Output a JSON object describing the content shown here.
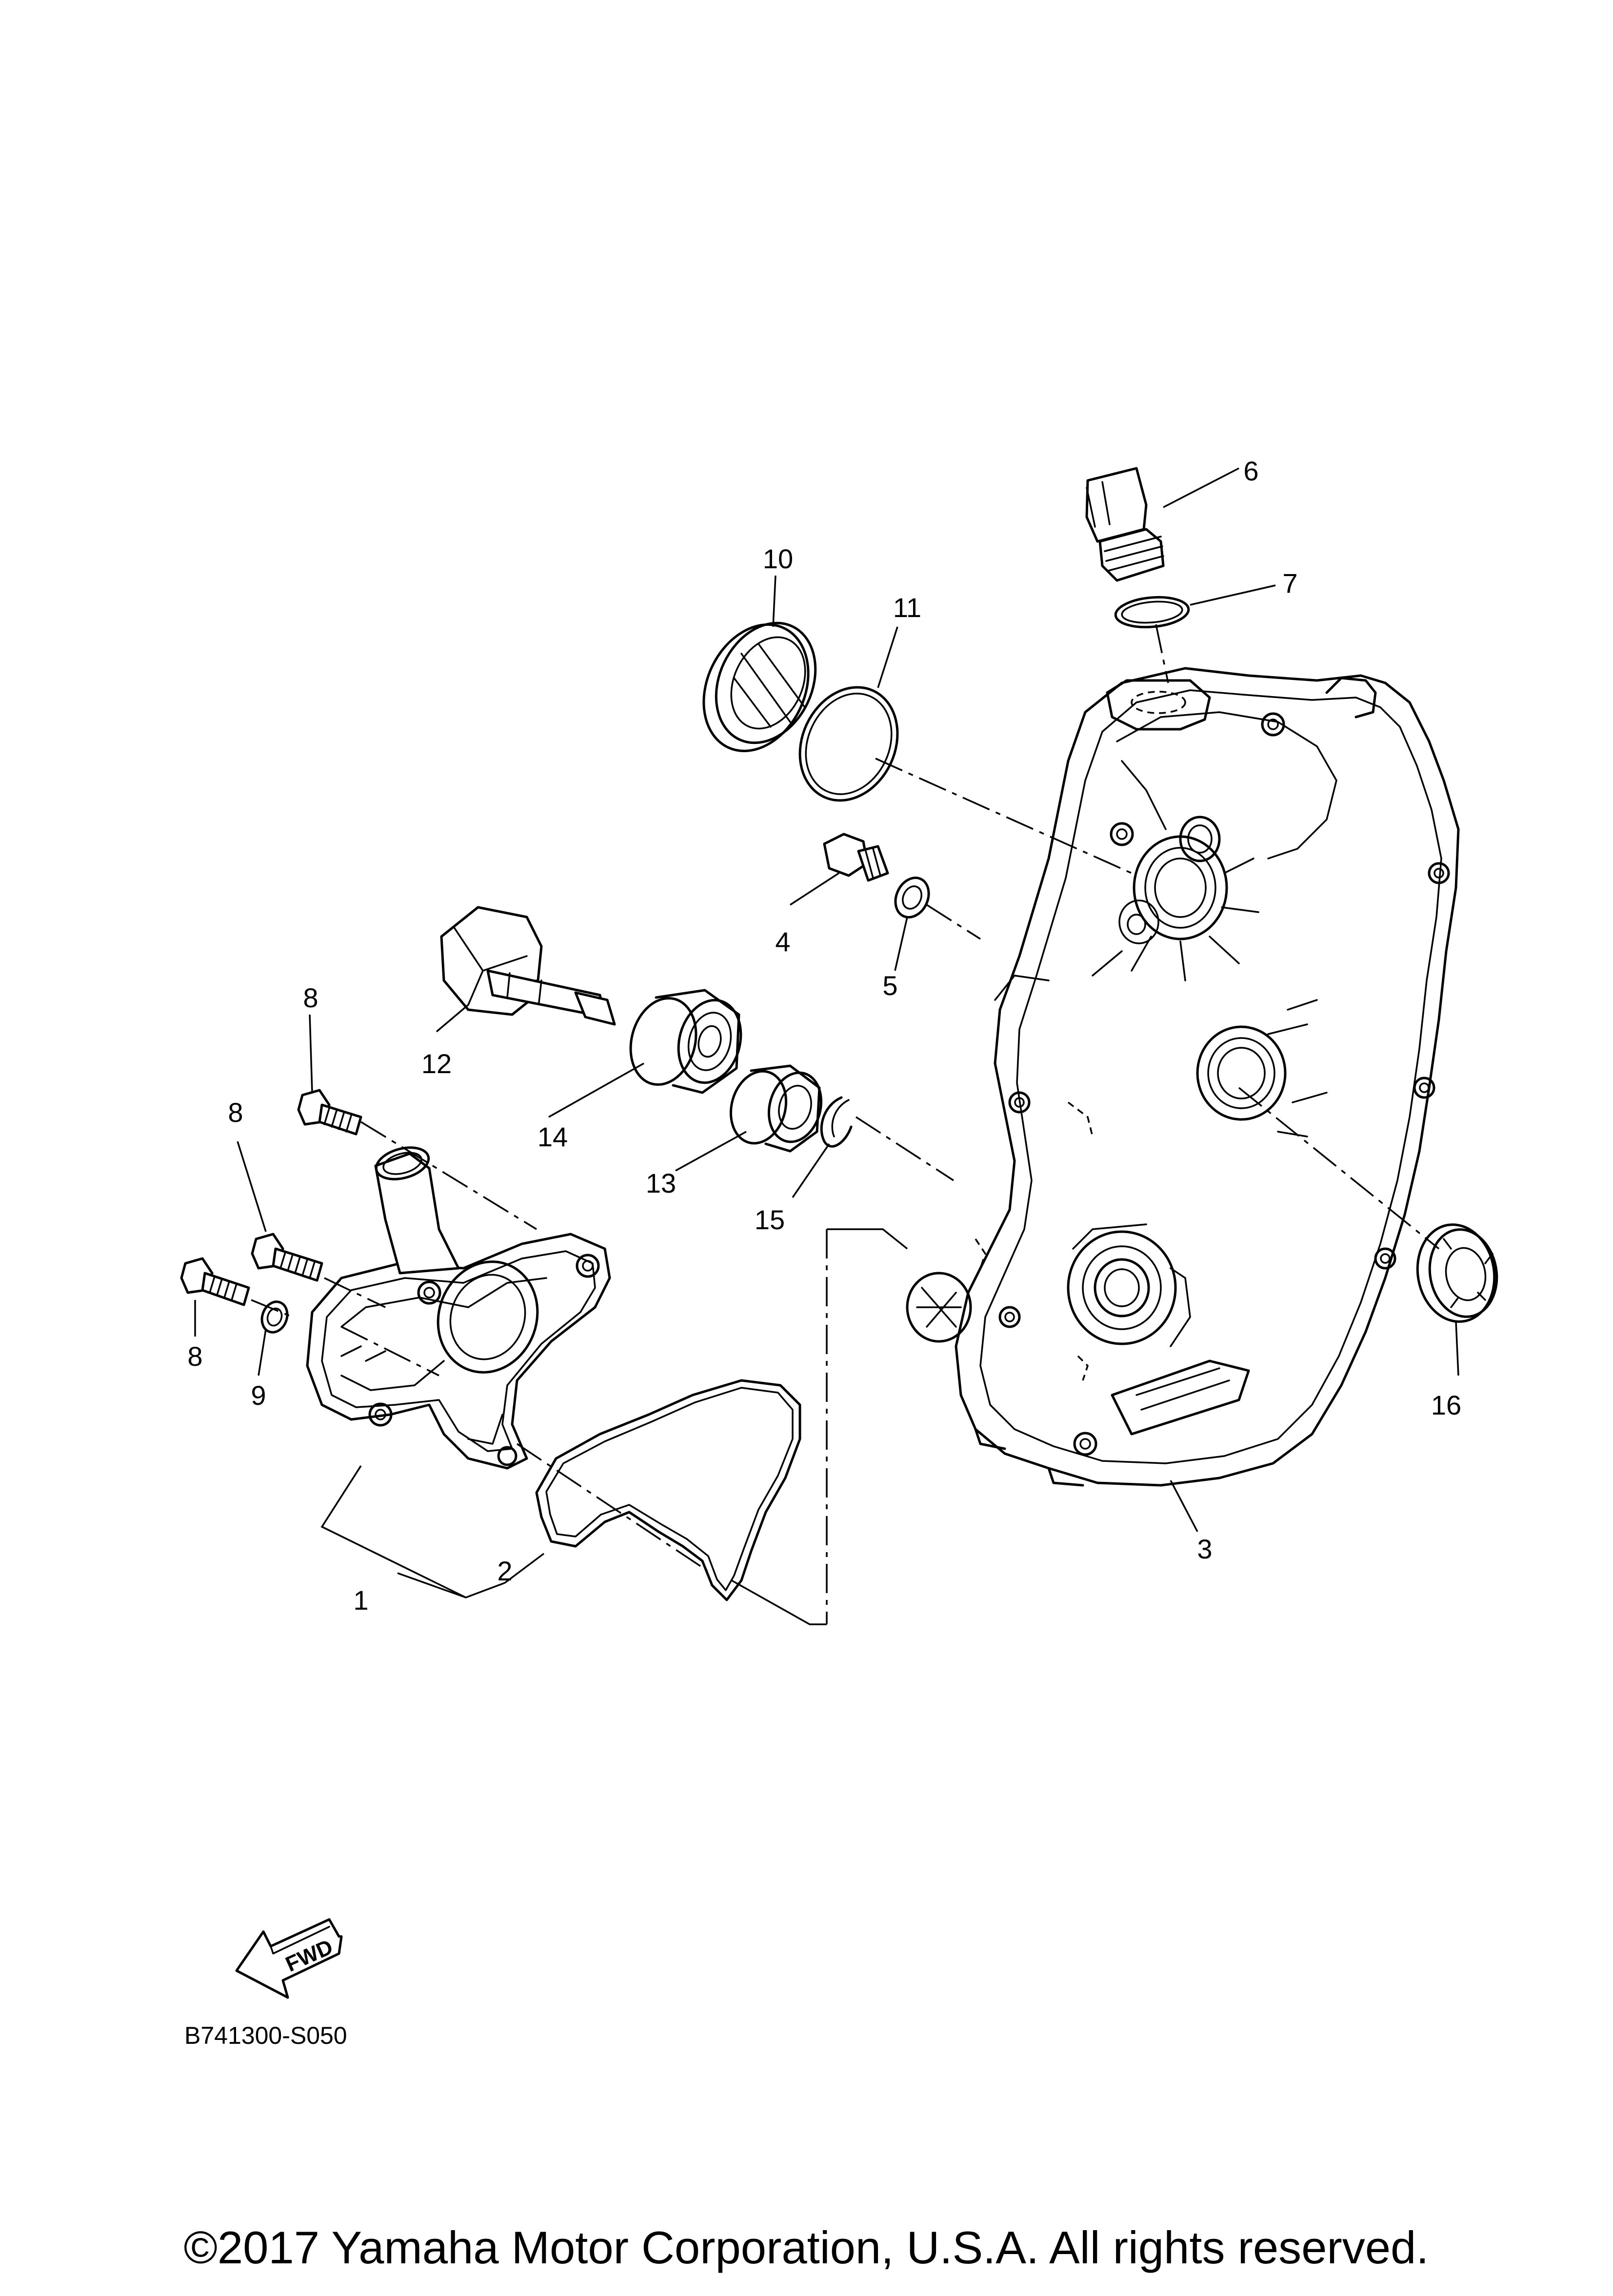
{
  "callouts": {
    "p1": "1",
    "p2": "2",
    "p3": "3",
    "p4": "4",
    "p5": "5",
    "p6": "6",
    "p7": "7",
    "p8a": "8",
    "p8b": "8",
    "p8c": "8",
    "p9": "9",
    "p10": "10",
    "p11": "11",
    "p12": "12",
    "p13": "13",
    "p14": "14",
    "p15": "15",
    "p16": "16"
  },
  "fwd_label": "FWD",
  "diagram_code": "B741300-S050",
  "copyright": "©2017 Yamaha Motor Corporation, U.S.A. All rights reserved."
}
